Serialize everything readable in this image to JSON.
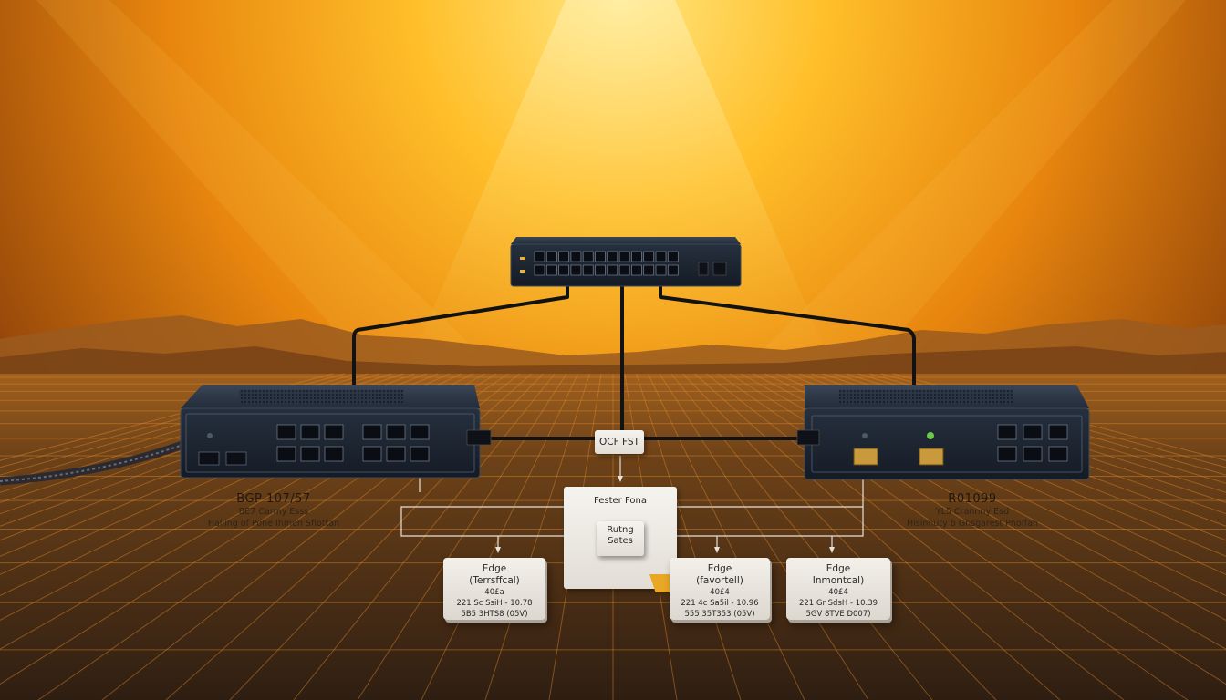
{
  "colors": {
    "sky_top": "#5a2a0a",
    "sky_glow": "#ffd54a",
    "floor": "#3a2614",
    "grid": "#e08a2a",
    "device": "#1f2a38",
    "cable": "#1a1a1a"
  },
  "top_switch": {
    "icon": "network-switch-icon"
  },
  "left_router": {
    "title": "BGP 107/57",
    "line1": "BE7 Carmy Esss",
    "line2": "Halling of Pone Ihmen Sfiottan",
    "icon": "router-icon"
  },
  "right_router": {
    "title": "R01099",
    "line1": "YL5 Crannny Esd",
    "line2": "Hisinnuty b Gnsgarest Pnoffan",
    "icon": "router-icon"
  },
  "center_tag": {
    "label": "OCF FST"
  },
  "route_box": {
    "top": "Fester Fona",
    "inner": "Rutng Sates"
  },
  "edges": [
    {
      "title": "Edge",
      "sub": "(Terrsffcal)",
      "code": "40£a",
      "l1": "221 Sc SsiH - 10.78",
      "l2": "5B5 3HTS8 (05V)"
    },
    {
      "title": "Edge",
      "sub": "(favortell)",
      "code": "40£4",
      "l1": "221 4c Sa5il - 10.96",
      "l2": "555 35T353 (05V)"
    },
    {
      "title": "Edge",
      "sub": "Inmontcal)",
      "code": "40£4",
      "l1": "221 Gr SdsH - 10.39",
      "l2": "5GV 8TVE D007)"
    }
  ]
}
